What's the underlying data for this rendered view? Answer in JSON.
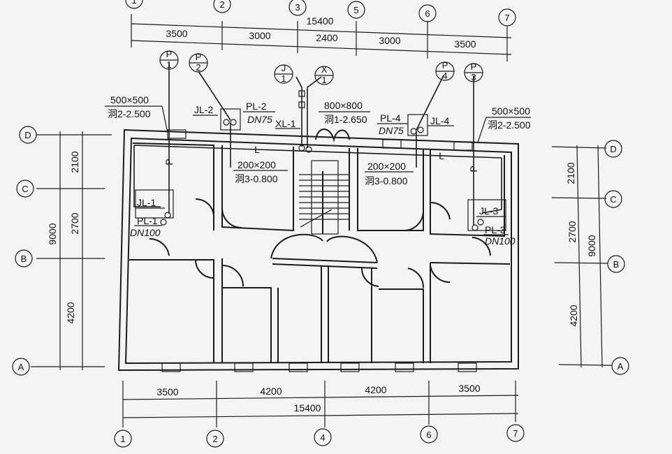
{
  "axes": {
    "top": [
      "1",
      "2",
      "3",
      "5",
      "6",
      "7"
    ],
    "bottom": [
      "1",
      "2",
      "4",
      "6",
      "7"
    ],
    "left": [
      "D",
      "C",
      "B",
      "A"
    ],
    "right": [
      "D",
      "C",
      "B",
      "A"
    ]
  },
  "dimensions": {
    "top_total": "15400",
    "top_segments": [
      "3500",
      "3000",
      "2400",
      "3000",
      "3500"
    ],
    "bottom_total": "15400",
    "bottom_segments": [
      "3500",
      "4200",
      "4200",
      "3500"
    ],
    "left_total": "9000",
    "left_segments": [
      "2100",
      "2700",
      "4200"
    ],
    "right_total": "9000",
    "right_segments": [
      "2100",
      "2700",
      "4200"
    ]
  },
  "risers": {
    "P1": {
      "top": "P",
      "bottom": "1"
    },
    "P2": {
      "top": "P",
      "bottom": "2"
    },
    "J1": {
      "top": "J",
      "bottom": "1"
    },
    "X1": {
      "top": "X",
      "bottom": "1"
    },
    "P4": {
      "top": "P",
      "bottom": "4"
    },
    "P3": {
      "top": "P",
      "bottom": "3"
    }
  },
  "labels": {
    "hole_left_size": "500×500",
    "hole_left_code": "洞2-2.500",
    "hole_right_size": "500×500",
    "hole_right_code": "洞2-2.500",
    "hole_center_size": "800×800",
    "hole_center_code": "洞1-2.650",
    "hole_inner_left_size": "200×200",
    "hole_inner_left_code": "洞3-0.800",
    "hole_inner_right_size": "200×200",
    "hole_inner_right_code": "洞3-0.800",
    "jl2": "JL-2",
    "pl2": "PL-2",
    "pl2_dn": "DN75",
    "xl1": "XL-1",
    "pl4": "PL-4",
    "pl4_dn": "DN75",
    "jl4": "JL-4",
    "jl1": "JL-1",
    "pl1": "PL-1",
    "pl1_dn": "DN100",
    "jl3": "JL-3",
    "pl3": "PL-3",
    "pl3_dn": "DN100",
    "pipe_l_left": "L",
    "pipe_l_right": "L",
    "pipe_p_left": "P",
    "pipe_p_right": "P"
  }
}
